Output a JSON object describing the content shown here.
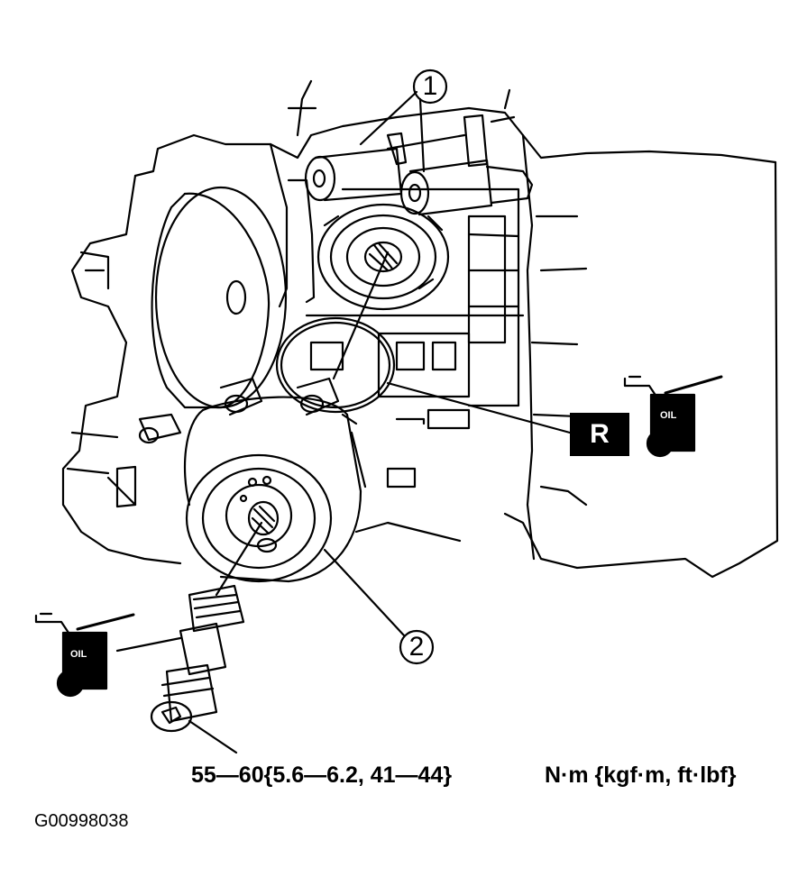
{
  "callouts": {
    "one": "1",
    "two": "2"
  },
  "replace_mark": "R",
  "oil_label_right": "OIL",
  "oil_label_left": "OIL",
  "torque_spec": "55—60{5.6—6.2, 41—44}",
  "torque_units": "N·m {kgf·m, ft·lbf}",
  "figure_id": "G00998038"
}
